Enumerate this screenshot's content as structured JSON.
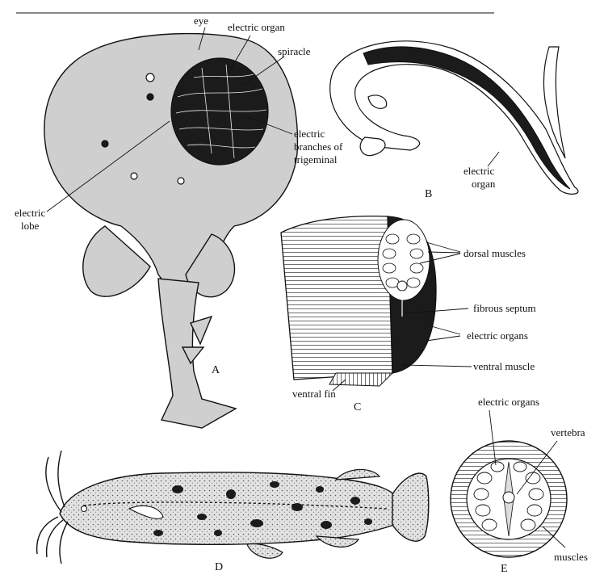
{
  "panels": {
    "A": {
      "letter": "A",
      "labels": {
        "eye": "eye",
        "electric_organ": "electric organ",
        "spiracle": "spiracle",
        "electric_branches_1": "electric",
        "electric_branches_2": "branches of",
        "electric_branches_3": "trigeminal",
        "electric_lobe_1": "electric",
        "electric_lobe_2": "lobe"
      }
    },
    "B": {
      "letter": "B",
      "labels": {
        "electric_organ_1": "electric",
        "electric_organ_2": "organ"
      }
    },
    "C": {
      "letter": "C",
      "labels": {
        "dorsal_muscles": "dorsal muscles",
        "fibrous_septum": "fibrous septum",
        "electric_organs": "electric organs",
        "ventral_muscle": "ventral muscle",
        "ventral_fin": "ventral fin"
      }
    },
    "D": {
      "letter": "D"
    },
    "E": {
      "letter": "E",
      "labels": {
        "electric_organs": "electric organs",
        "vertebra": "vertebra",
        "muscles": "muscles"
      }
    }
  },
  "colors": {
    "ink": "#111111",
    "stipple": "#cfcfcf",
    "background": "#ffffff"
  }
}
